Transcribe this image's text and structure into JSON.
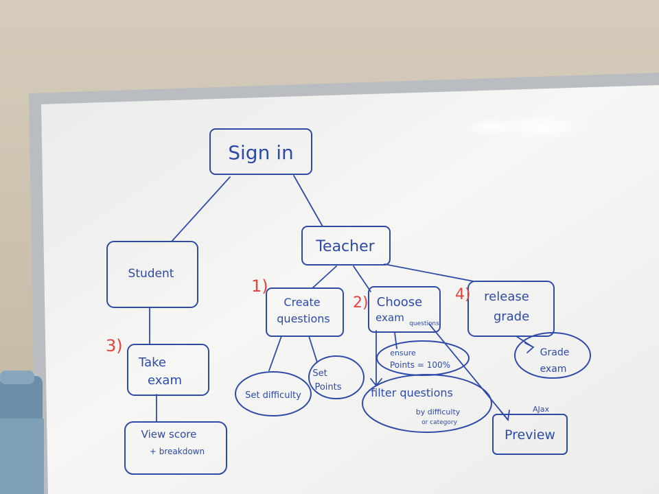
{
  "diagram": {
    "nodes": {
      "sign_in": "Sign in",
      "student": "Student",
      "teacher": "Teacher",
      "create_questions": [
        "Create",
        "questions"
      ],
      "choose_exam": [
        "Choose",
        "exam"
      ],
      "choose_exam_note": "questions",
      "release_grade": [
        "release",
        "grade"
      ],
      "take_exam": [
        "Take",
        "exam"
      ],
      "view_score": [
        "View score",
        "+ breakdown"
      ],
      "set_difficulty": "Set difficulty",
      "set_points": [
        "Set",
        "Points"
      ],
      "ensure_points": [
        "ensure",
        "Points = 100%"
      ],
      "filter_questions": [
        "filter questions",
        "by difficulty",
        "or category"
      ],
      "preview": "Preview",
      "preview_note": "AJax",
      "grade_exam": [
        "Grade",
        "exam"
      ]
    },
    "step_numbers": {
      "create_questions": "1)",
      "choose_exam": "2)",
      "take_exam": "3)",
      "release_grade": "4)"
    }
  },
  "colors": {
    "marker_blue": "#2e4aa8",
    "marker_red": "#e0453f",
    "board_white": "#f4f4f1",
    "wall": "#cfc4b1",
    "frame": "#b9bcc0",
    "bottle": "#6b8fa8"
  }
}
